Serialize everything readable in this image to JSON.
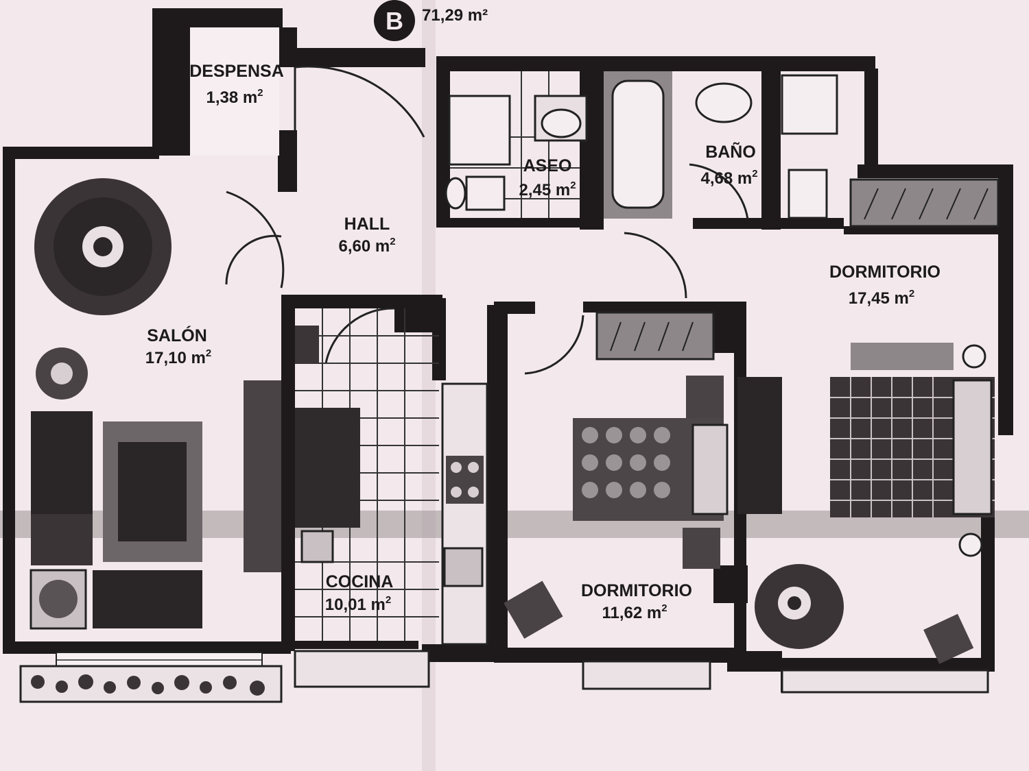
{
  "plan": {
    "badge": "B",
    "total_area": "71,29 m²"
  },
  "rooms": [
    {
      "id": "despensa",
      "name": "DESPENSA",
      "area": "1,38 m",
      "sup": "2"
    },
    {
      "id": "hall",
      "name": "HALL",
      "area": "6,60 m",
      "sup": "2"
    },
    {
      "id": "aseo",
      "name": "ASEO",
      "area": "2,45 m",
      "sup": "2"
    },
    {
      "id": "bano",
      "name": "BAÑO",
      "area": "4,68 m",
      "sup": "2"
    },
    {
      "id": "dormitorio-main",
      "name": "DORMITORIO",
      "area": "17,45 m",
      "sup": "2"
    },
    {
      "id": "salon",
      "name": "SALÓN",
      "area": "17,10 m",
      "sup": "2"
    },
    {
      "id": "cocina",
      "name": "COCINA",
      "area": "10,01 m",
      "sup": "2"
    },
    {
      "id": "dormitorio-small",
      "name": "DORMITORIO",
      "area": "11,62 m",
      "sup": "2"
    }
  ],
  "colors": {
    "paper": "#f3e9ec",
    "ink": "#1e1a1c"
  }
}
